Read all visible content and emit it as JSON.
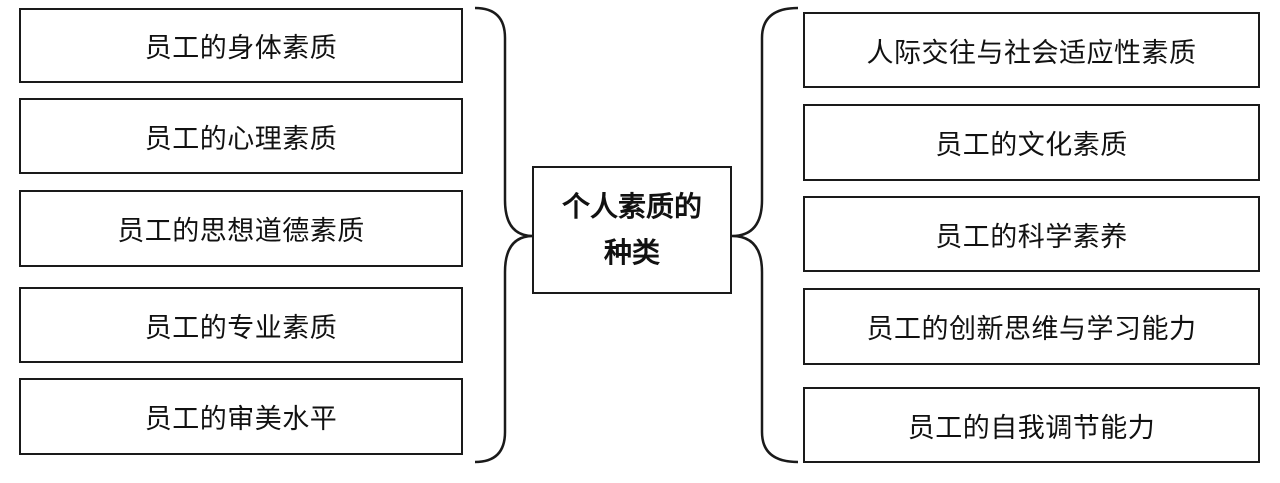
{
  "center": {
    "line1": "个人素质的",
    "line2": "种类"
  },
  "left_items": [
    "员工的身体素质",
    "员工的心理素质",
    "员工的思想道德素质",
    "员工的专业素质",
    "员工的审美水平"
  ],
  "right_items": [
    "人际交往与社会适应性素质",
    "员工的文化素质",
    "员工的科学素养",
    "员工的创新思维与学习能力",
    "员工的自我调节能力"
  ]
}
